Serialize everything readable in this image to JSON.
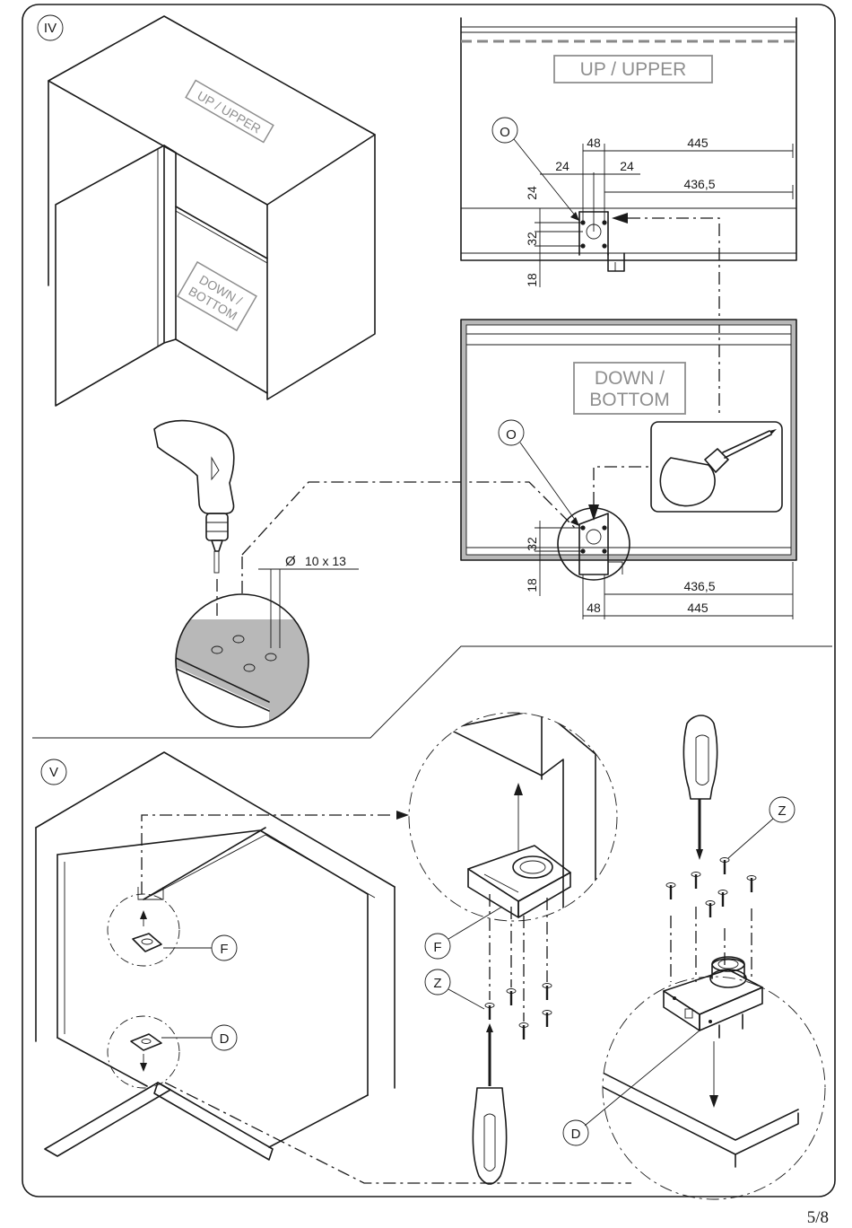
{
  "steps": {
    "iv": "IV",
    "v": "V"
  },
  "labels": {
    "up_upper": "UP / UPPER",
    "down_bottom_line1": "DOWN /",
    "down_bottom_line2": "BOTTOM",
    "down_bottom_cabinet": "DOWN / BOTTOM",
    "hole_marker": "O",
    "f": "F",
    "d": "D",
    "z": "Z"
  },
  "dimensions": {
    "d48": "48",
    "d445": "445",
    "d24": "24",
    "d436_5": "436,5",
    "d32": "32",
    "d18": "18",
    "drill": "10 x 13",
    "diameter_symbol": "Ø"
  },
  "page_number": "5/8",
  "colors": {
    "line": "#1a1a1a",
    "shade": "#b8b8b8",
    "label_grey": "#8f8f8f"
  }
}
